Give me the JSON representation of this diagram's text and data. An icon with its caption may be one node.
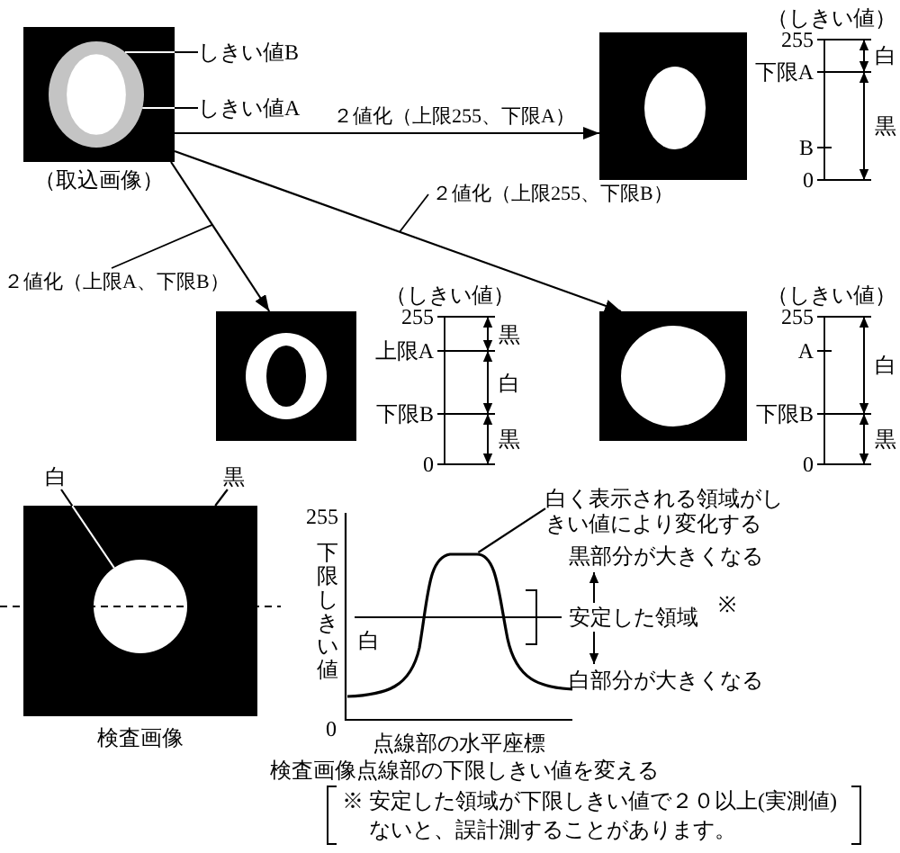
{
  "diagram": {
    "nodes": [
      {
        "text": [],
        "shape": "picture",
        "beside": [
          "（取込画像）"
        ]
      },
      {
        "text": [],
        "shape": "circle",
        "in": 0
      },
      {
        "text": [
          "しきい値B"
        ]
      },
      {
        "text": [
          "しきい値A"
        ]
      },
      {
        "text": [],
        "shape": "picture"
      },
      {
        "text": [],
        "shape": "picture"
      },
      {
        "text": [],
        "shape": "picture"
      },
      {
        "text": [
          "白"
        ]
      },
      {
        "text": [
          "黒"
        ]
      },
      {
        "text": [],
        "shape": "picture",
        "beside": [
          "検査画像"
        ]
      },
      {
        "text": [],
        "shape": "circle",
        "in": 9
      },
      {
        "text": [
          "白く表示される領域がしきい値により変化する"
        ]
      },
      {
        "text": [],
        "shape": "curve"
      }
    ],
    "edges": [
      {
        "from": 2,
        "to": 1,
        "arrow": "none"
      },
      {
        "from": 3,
        "to": 1,
        "arrow": "none"
      },
      {
        "from": 0,
        "to": 4,
        "arrow": "to",
        "label": "２値化（上限255、下限A）"
      },
      {
        "from": 0,
        "to": 6,
        "arrow": "to",
        "label": "２値化（上限255、下限B）"
      },
      {
        "from": 0,
        "to": 5,
        "arrow": "to",
        "label": "２値化（上限A、下限B）"
      },
      {
        "from": 7,
        "to": 10,
        "arrow": "none"
      },
      {
        "from": 8,
        "to": 9,
        "arrow": "none"
      },
      {
        "from": 11,
        "to": 12,
        "arrow": "none"
      }
    ],
    "labels": [
      "（しきい値）",
      "255",
      "白",
      "下限A",
      "黒",
      "B",
      "0",
      "（しきい値）",
      "255",
      "黒",
      "上限A",
      "白",
      "下限B",
      "黒",
      "0",
      "（しきい値）",
      "255",
      "A",
      "白",
      "下限B",
      "黒",
      "0",
      "255",
      "下限しきい値",
      "白",
      "0",
      "点線部の水平座標",
      "黒部分が大きくなる",
      "安定した領域",
      "※",
      "白部分が大きくなる",
      "検査画像点線部の下限しきい値を変える",
      "※ 安定した領域が下限しきい値で２０以上(実測値)ないと、誤計測することがあります。"
    ]
  }
}
